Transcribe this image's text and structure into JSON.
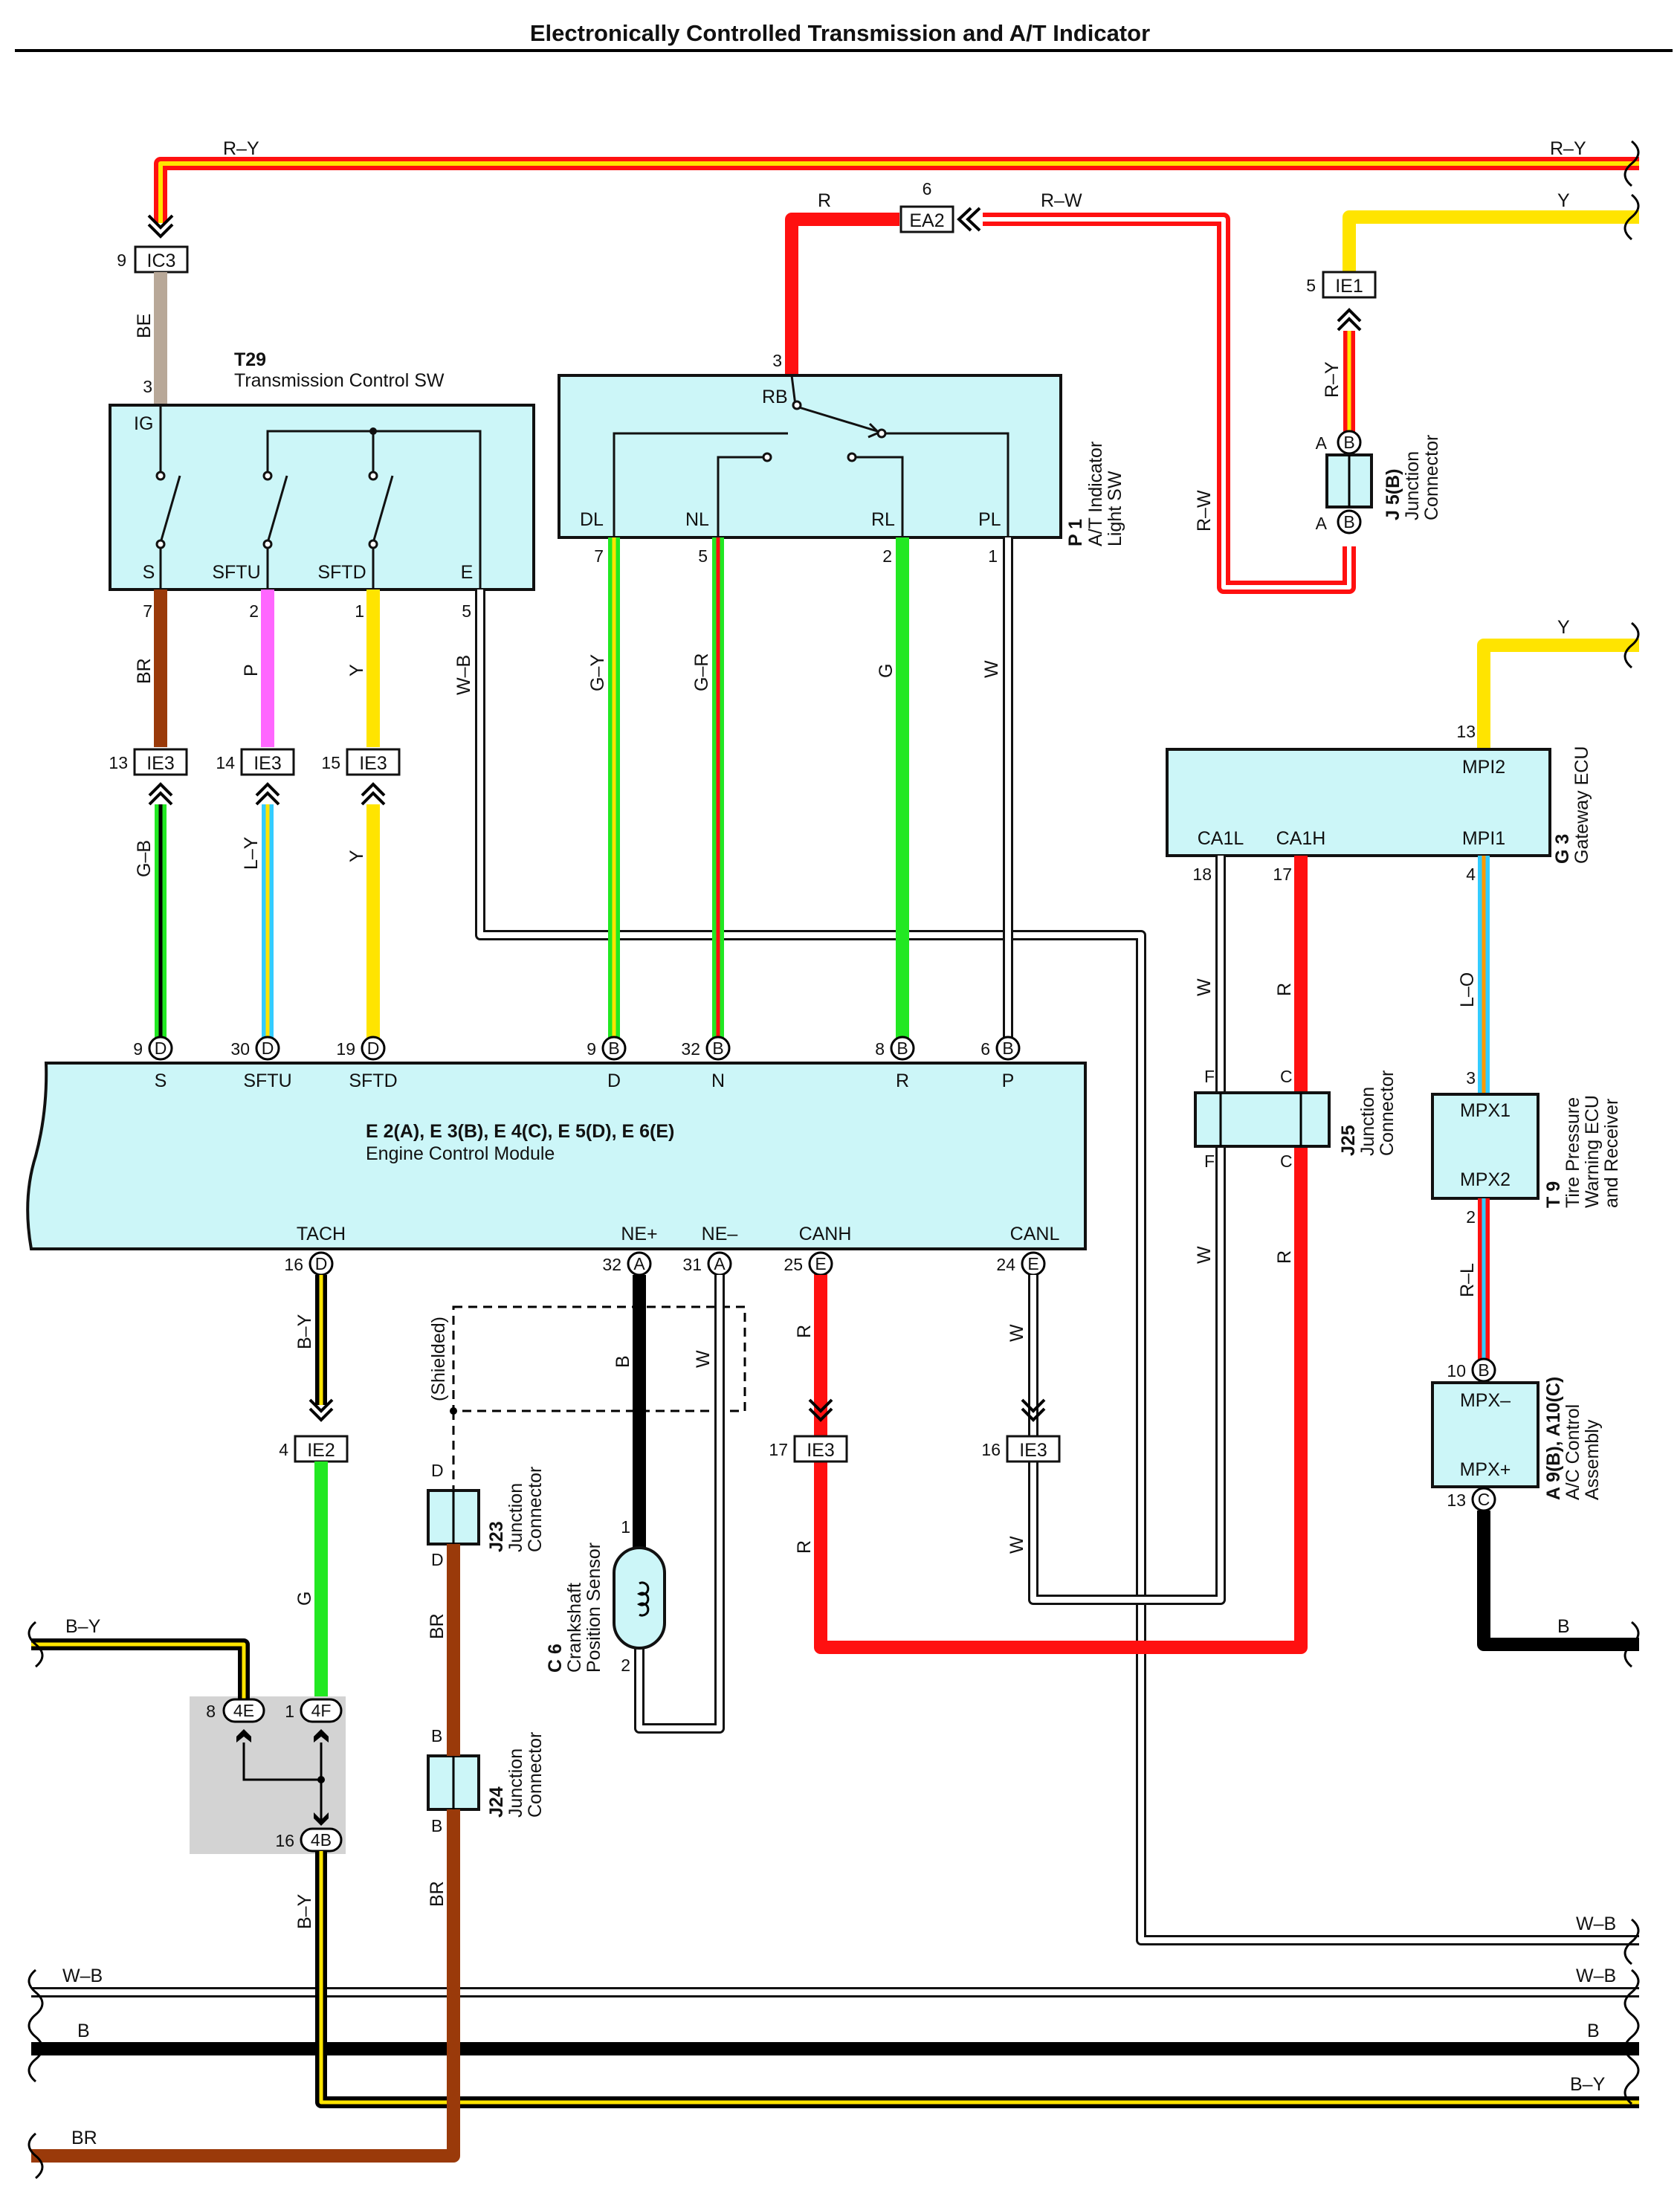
{
  "title": "Electronically Controlled Transmission and A/T Indicator",
  "colors": {
    "R": "#ff1010",
    "Y": "#ffe400",
    "G": "#22e822",
    "BR": "#9a3a0a",
    "B": "#000000",
    "W": "#d9d9d9",
    "P": "#ff66ff",
    "L": "#33ccff",
    "BE": "#b8a898",
    "component_fill": "#ccf6f8",
    "shaded_block": "#d3d3d3"
  },
  "wires": {
    "r_y_top": "R–Y",
    "y_top": "Y",
    "r_to_ea2": "R",
    "r_w": "R–W",
    "be": "BE",
    "r_y_ie1": "R–Y",
    "r_w_vert": "R–W",
    "br_s": "BR",
    "p_sftu": "P",
    "y_sftd": "Y",
    "w_b_e": "W–B",
    "g_y_dl": "G–Y",
    "g_r_nl": "G–R",
    "g_rl": "G",
    "w_pl": "W",
    "y_g3": "Y",
    "g_b": "G–B",
    "l_y": "L–Y",
    "y_lower": "Y",
    "w_ca1l": "W",
    "r_ca1h": "R",
    "l_o": "L–O",
    "w_ca1l_lower": "W",
    "r_ca1h_lower": "R",
    "r_l": "R–L",
    "b_y_tach": "B–Y",
    "shielded": "(Shielded)",
    "b_ne": "B",
    "w_ne": "W",
    "r_canh": "R",
    "w_canl": "W",
    "g_ie2": "G",
    "r_canh_lower": "R",
    "w_canl_lower": "W",
    "b_ac": "B",
    "br_j23": "BR",
    "br_j24": "BR",
    "b_y_left": "B–Y",
    "b_y_4b": "B–Y",
    "w_b_right1": "W–B",
    "w_b_left": "W–B",
    "w_b_right2": "W–B",
    "b_left": "B",
    "b_right": "B",
    "b_y_right": "B–Y",
    "br_bottom": "BR"
  },
  "connectors": {
    "ic3": {
      "label": "IC3",
      "pin": "9"
    },
    "ea2": {
      "label": "EA2",
      "pin": "6"
    },
    "ie1": {
      "label": "IE1",
      "pin": "5"
    },
    "ie3_13": {
      "label": "IE3",
      "pin": "13"
    },
    "ie3_14": {
      "label": "IE3",
      "pin": "14"
    },
    "ie3_15": {
      "label": "IE3",
      "pin": "15"
    },
    "ie2": {
      "label": "IE2",
      "pin": "4"
    },
    "ie3_17": {
      "label": "IE3",
      "pin": "17"
    },
    "ie3_16": {
      "label": "IE3",
      "pin": "16"
    },
    "j4e": {
      "label": "4E",
      "pin": "8"
    },
    "j4f": {
      "label": "4F",
      "pin": "1"
    },
    "j4b": {
      "label": "4B",
      "pin": "16"
    }
  },
  "t29": {
    "id": "T29",
    "name": "Transmission Control SW",
    "terminals": [
      "IG",
      "S",
      "SFTU",
      "SFTD",
      "E"
    ],
    "pins": {
      "ig": "3",
      "s": "7",
      "sftu": "2",
      "sftd": "1",
      "e": "5"
    }
  },
  "p1": {
    "id": "P 1",
    "name": "A/T Indicator",
    "name2": "Light SW",
    "terminals": [
      "RB",
      "DL",
      "NL",
      "RL",
      "PL"
    ],
    "pins": {
      "rb": "3",
      "dl": "7",
      "nl": "5",
      "rl": "2",
      "pl": "1"
    }
  },
  "j5": {
    "id": "J 5(B)",
    "name": "Junction",
    "name2": "Connector",
    "terminal": "A",
    "circle": "B"
  },
  "g3": {
    "id": "G 3",
    "name": "Gateway ECU",
    "terminals": [
      "MPI2",
      "CA1L",
      "CA1H",
      "MPI1"
    ],
    "pins": {
      "mpi2": "13",
      "ca1l": "18",
      "ca1h": "17",
      "mpi1": "4"
    }
  },
  "ecm": {
    "ids": "E 2(A), E 3(B), E 4(C), E 5(D), E 6(E)",
    "name": "Engine Control Module",
    "top": [
      {
        "pin": "9",
        "code": "D",
        "term": "S"
      },
      {
        "pin": "30",
        "code": "D",
        "term": "SFTU"
      },
      {
        "pin": "19",
        "code": "D",
        "term": "SFTD"
      },
      {
        "pin": "9",
        "code": "B",
        "term": "D"
      },
      {
        "pin": "32",
        "code": "B",
        "term": "N"
      },
      {
        "pin": "8",
        "code": "B",
        "term": "R"
      },
      {
        "pin": "6",
        "code": "B",
        "term": "P"
      }
    ],
    "bottom": [
      {
        "pin": "16",
        "code": "D",
        "term": "TACH"
      },
      {
        "pin": "32",
        "code": "A",
        "term": "NE+"
      },
      {
        "pin": "31",
        "code": "A",
        "term": "NE–"
      },
      {
        "pin": "25",
        "code": "E",
        "term": "CANH"
      },
      {
        "pin": "24",
        "code": "E",
        "term": "CANL"
      }
    ]
  },
  "j25": {
    "id": "J25",
    "name": "Junction",
    "name2": "Connector",
    "terms": [
      "F",
      "C",
      "F",
      "C"
    ]
  },
  "t9": {
    "id": "T 9",
    "name": "Tire Pressure",
    "name2": "Warning ECU",
    "name3": "and Receiver",
    "terminals": [
      "MPX1",
      "MPX2"
    ],
    "pins": {
      "mpx1": "3",
      "mpx2": "2"
    }
  },
  "a9": {
    "id": "A 9(B), A10(C)",
    "name": "A/C Control",
    "name2": "Assembly",
    "terminals": [
      "MPX–",
      "MPX+"
    ],
    "pins": {
      "mpx_minus": "10",
      "mpx_plus": "13"
    },
    "codes": {
      "mpx_minus": "B",
      "mpx_plus": "C"
    }
  },
  "c6": {
    "id": "C 6",
    "name": "Crankshaft",
    "name2": "Position Sensor",
    "pins": {
      "p1": "1",
      "p2": "2"
    }
  },
  "j23": {
    "id": "J23",
    "name": "Junction",
    "name2": "Connector",
    "terms": [
      "D",
      "D"
    ]
  },
  "j24": {
    "id": "J24",
    "name": "Junction",
    "name2": "Connector",
    "terms": [
      "B",
      "B"
    ]
  }
}
